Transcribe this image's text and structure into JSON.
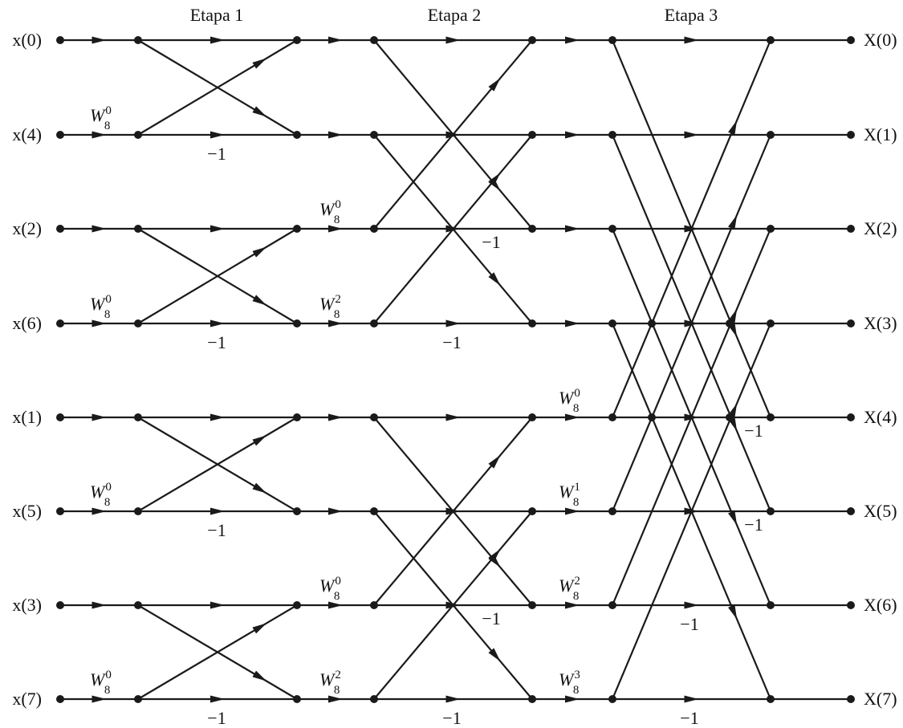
{
  "figure": {
    "title": "",
    "stages": [
      "Etapa 1",
      "Etapa 2",
      "Etapa 3"
    ],
    "inputs": [
      "x(0)",
      "x(4)",
      "x(2)",
      "x(6)",
      "x(1)",
      "x(5)",
      "x(3)",
      "x(7)"
    ],
    "outputs": [
      "X(0)",
      "X(1)",
      "X(2)",
      "X(3)",
      "X(4)",
      "X(5)",
      "X(6)",
      "X(7)"
    ],
    "twiddle_base": "W",
    "twiddle_subscript": "8",
    "negation_label": "−1",
    "stage1": {
      "twiddles": [
        {
          "row": 1,
          "exp": "0"
        },
        {
          "row": 3,
          "exp": "0"
        },
        {
          "row": 5,
          "exp": "0"
        },
        {
          "row": 7,
          "exp": "0"
        }
      ],
      "negations": [
        1,
        3,
        5,
        7
      ]
    },
    "stage2": {
      "twiddles": [
        {
          "row": 2,
          "exp": "0"
        },
        {
          "row": 3,
          "exp": "2"
        },
        {
          "row": 6,
          "exp": "0"
        },
        {
          "row": 7,
          "exp": "2"
        }
      ],
      "negations": [
        2,
        3,
        6,
        7
      ]
    },
    "stage3": {
      "twiddles": [
        {
          "row": 4,
          "exp": "0"
        },
        {
          "row": 5,
          "exp": "1"
        },
        {
          "row": 6,
          "exp": "2"
        },
        {
          "row": 7,
          "exp": "3"
        }
      ],
      "negations": [
        4,
        5,
        6,
        7
      ]
    },
    "colors": {
      "ink": "#1a1a1a",
      "background": "#ffffff"
    }
  }
}
